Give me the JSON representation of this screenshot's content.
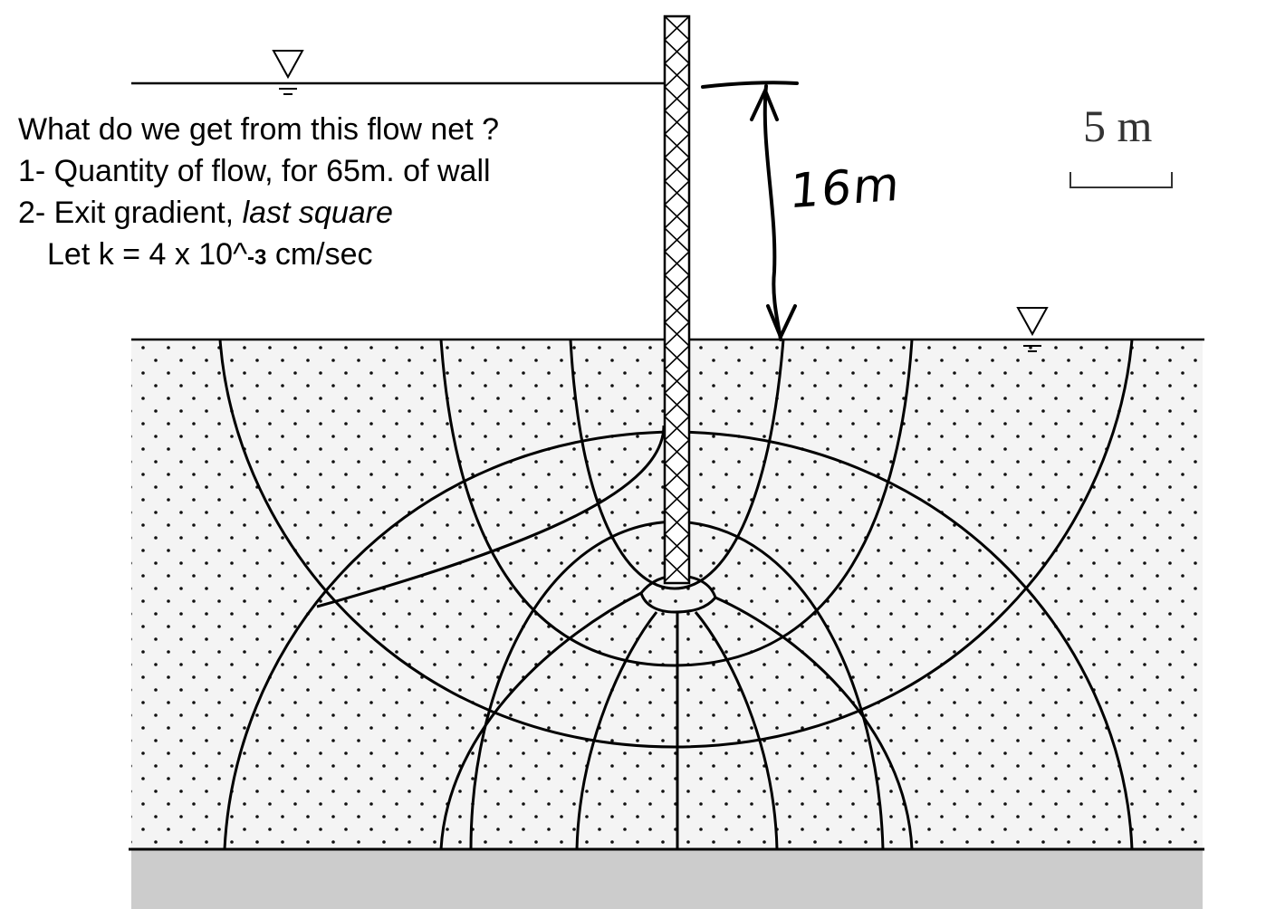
{
  "question": {
    "line1": "What do we get from this flow net ?",
    "line2": "1- Quantity of flow, for 65m. of wall",
    "line3_prefix": "2- Exit gradient, ",
    "line3_italic": "last square",
    "line4_prefix": "Let k = 4 x 10^",
    "line4_exponent": "-3",
    "line4_suffix": " cm/sec"
  },
  "scale_label": "5 m",
  "head_difference_label": "16m",
  "colors": {
    "soil_background": "#f4f4f4",
    "impervious_layer": "#cccccc",
    "lines": "#000000"
  }
}
